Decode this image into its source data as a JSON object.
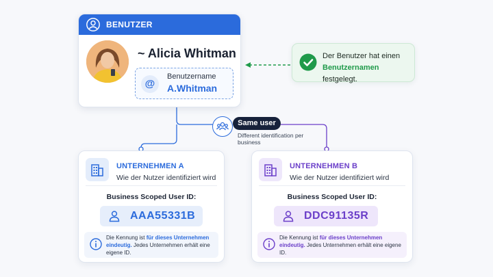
{
  "user": {
    "header": "BENUTZER",
    "name": "~ Alicia Whitman",
    "username_label": "Benutzername",
    "username": "A.Whitman"
  },
  "note": {
    "before": "Der Benutzer hat einen",
    "highlight": "Benutzernamen",
    "after": "festgelegt."
  },
  "link": {
    "label": "Same user",
    "sublabel": "Different identification per business"
  },
  "businesses": [
    {
      "name": "UNTERNEHMEN A",
      "description": "Wie der Nutzer identifiziert wird",
      "id_label": "Business Scoped User ID:",
      "id_value": "AAA55331B",
      "info_before": "Die Kennung ist",
      "info_highlight": "für dieses Unternehmen eindeutig.",
      "info_after": "Jedes Unternehmen erhält eine eigene ID."
    },
    {
      "name": "UNTERNEHMEN B",
      "description": "Wie der Nutzer identifiziert wird",
      "id_label": "Business Scoped User ID:",
      "id_value": "DDC91135R",
      "info_before": "Die Kennung ist",
      "info_highlight": "für dieses Unternehmen eindeutig.",
      "info_after": "Jedes Unternehmen erhält eine eigene ID."
    }
  ],
  "colors": {
    "brand_blue": "#2b6bdc",
    "brand_purple": "#6b3fc9",
    "success_green": "#1f9a4a",
    "pill_dark": "#17223b"
  },
  "icons": {
    "header": "user-circle-icon",
    "username": "at-sign-icon",
    "note": "check-circle-icon",
    "link": "users-group-icon",
    "business": "building-icon",
    "id": "person-icon",
    "info": "info-icon"
  }
}
